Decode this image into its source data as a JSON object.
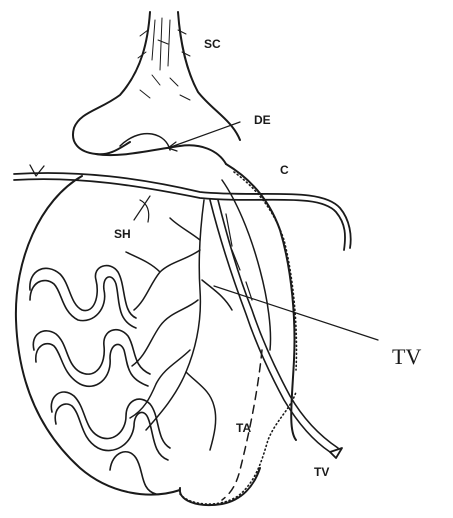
{
  "figure": {
    "labels": {
      "sc": "SC",
      "de": "DE",
      "c": "C",
      "sh": "SH",
      "ta": "TA",
      "tv_side": "TV",
      "tv_bottom": "TV"
    },
    "colors": {
      "ink": "#1a1a1a",
      "background": "#ffffff"
    }
  }
}
